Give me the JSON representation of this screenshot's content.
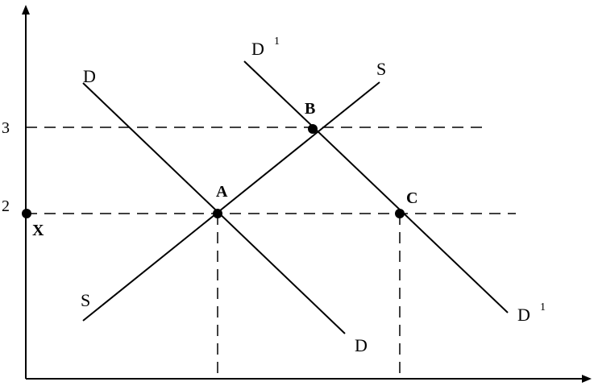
{
  "diagram": {
    "type": "supply-demand",
    "y_ticks": [
      "3",
      "2"
    ],
    "curves": {
      "demand": {
        "label": "D"
      },
      "demand_shifted": {
        "label": "D",
        "superscript": "1"
      },
      "supply": {
        "label": "S"
      }
    },
    "points": {
      "a": "A",
      "b": "B",
      "c": "C",
      "x": "X"
    },
    "colors": {
      "ink": "#000000",
      "background": "#ffffff"
    }
  }
}
